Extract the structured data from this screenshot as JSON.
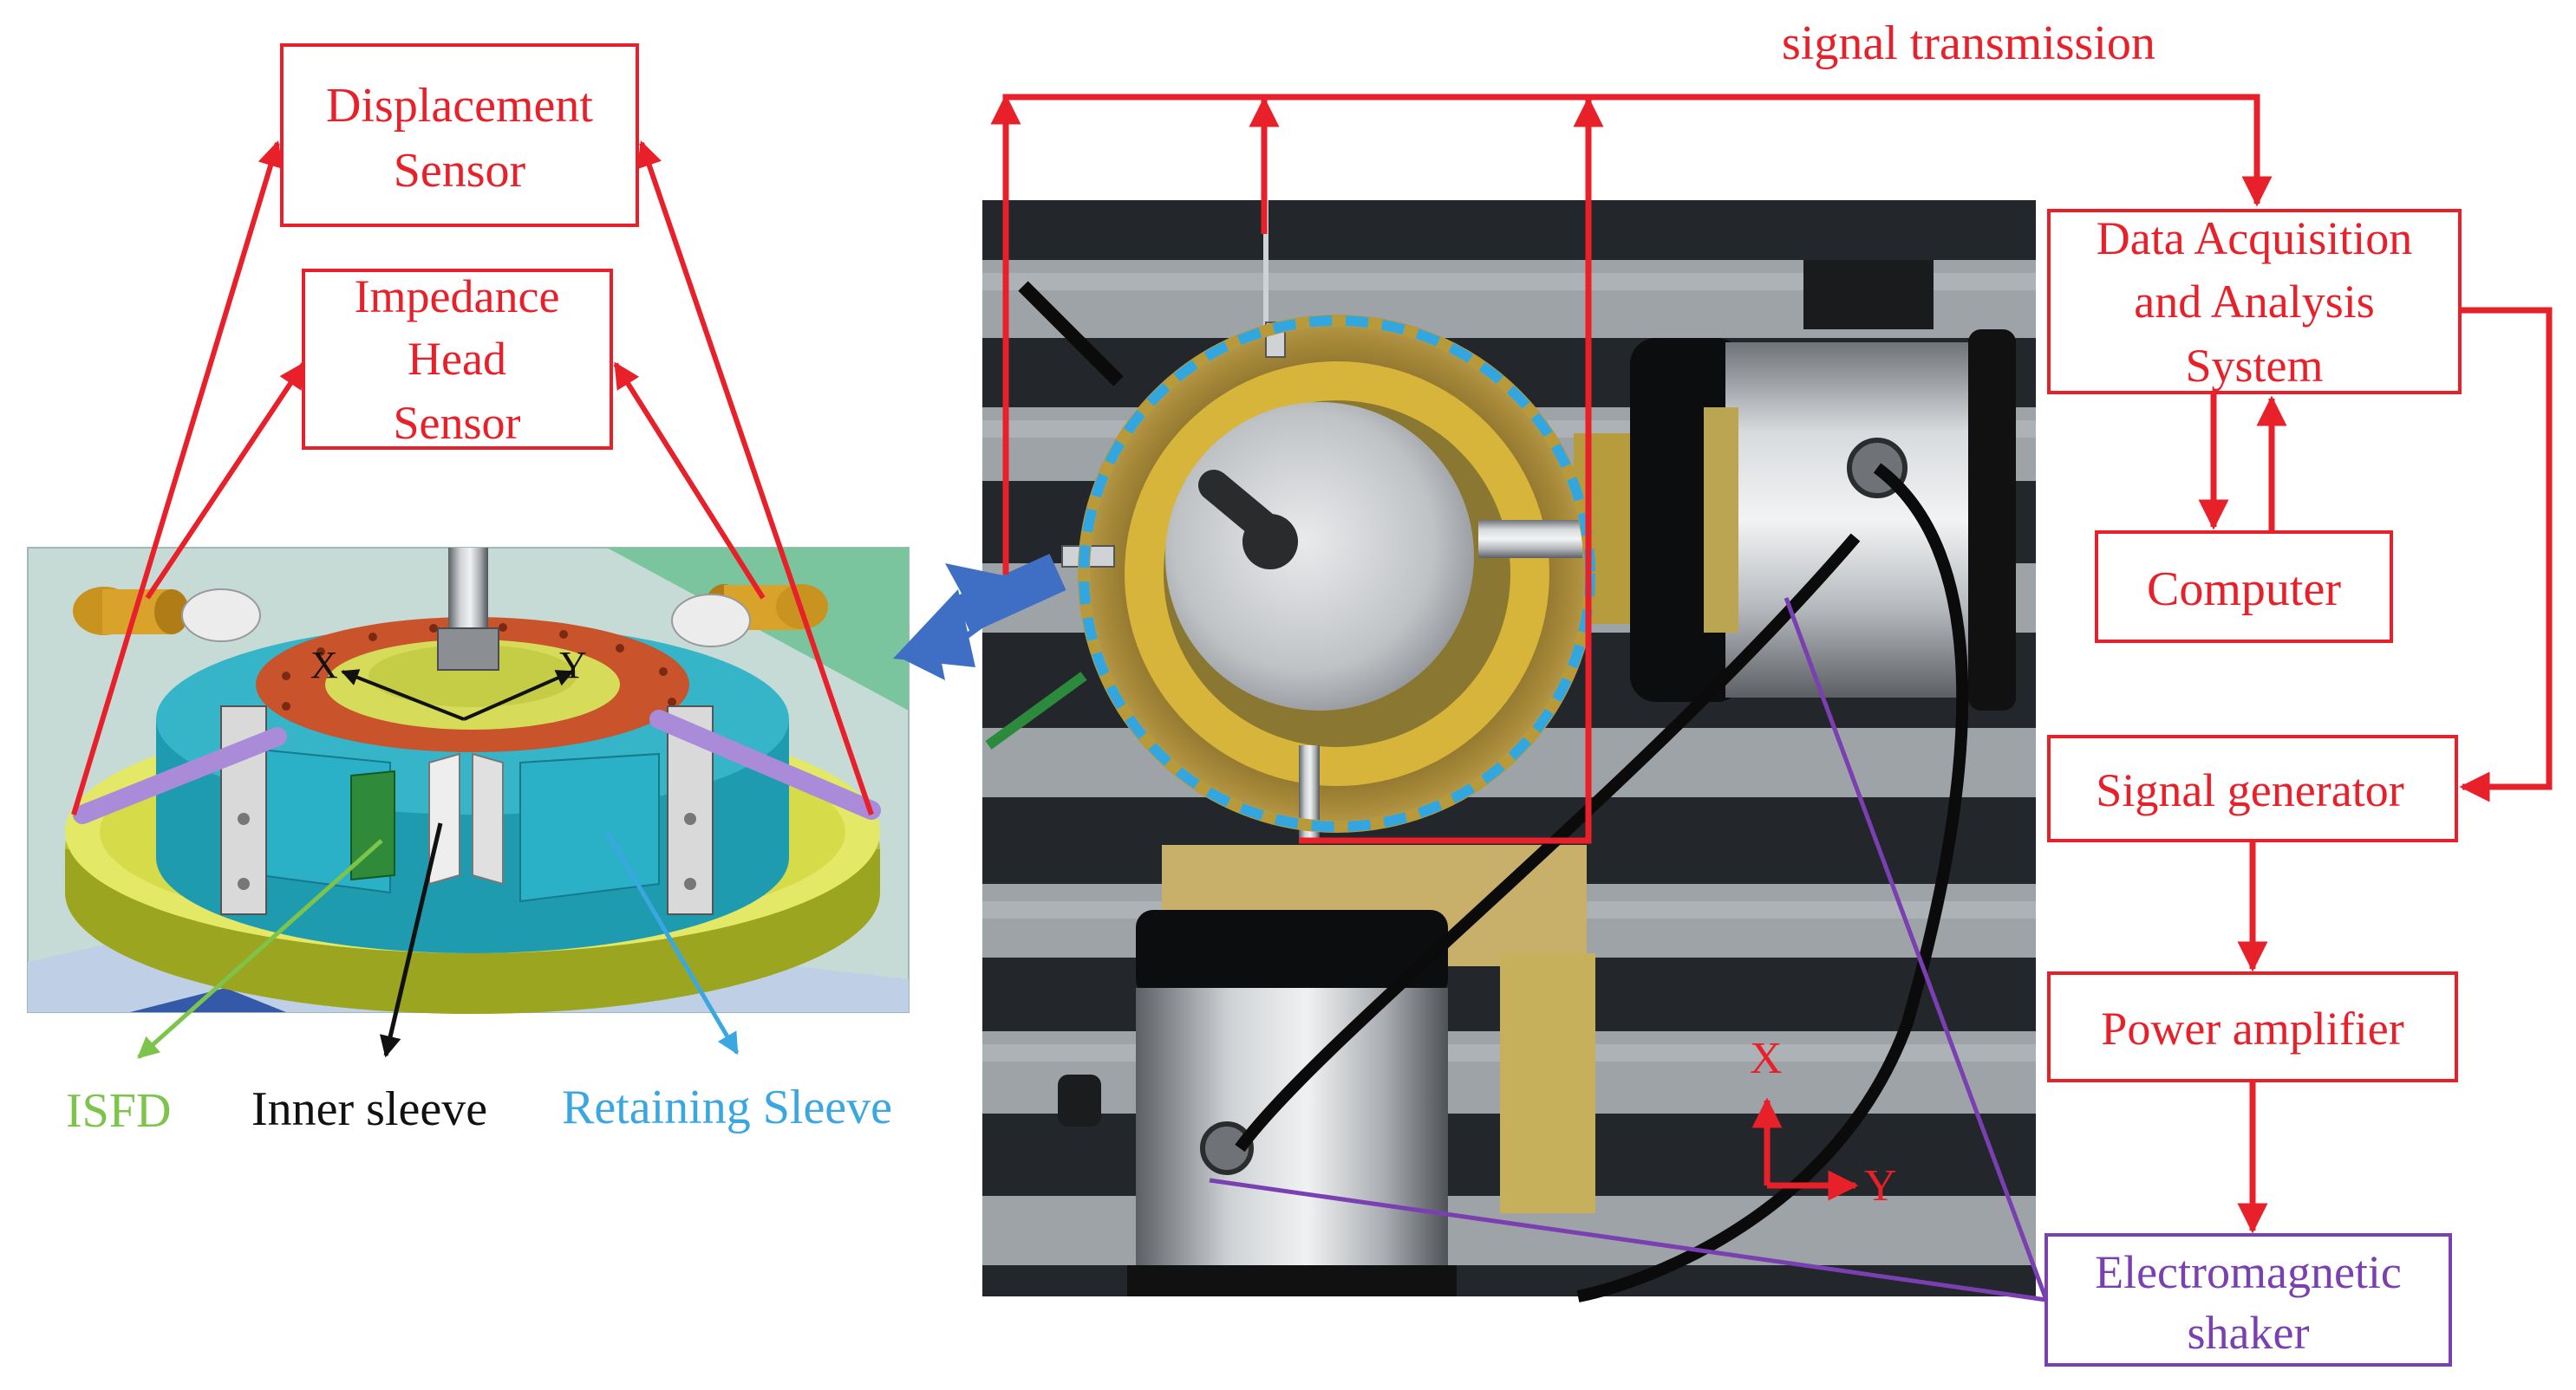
{
  "labels": {
    "signal_transmission": "signal transmission",
    "displacement_sensor": [
      "Displacement",
      "Sensor"
    ],
    "impedance_head_sensor": [
      "Impedance",
      "Head",
      "Sensor"
    ],
    "data_acquisition": [
      "Data Acquisition",
      "and Analysis",
      "System"
    ],
    "computer": "Computer",
    "signal_generator": "Signal generator",
    "power_amplifier": "Power amplifier",
    "electromagnetic_shaker": [
      "Electromagnetic",
      "shaker"
    ],
    "isfd": "ISFD",
    "inner_sleeve": "Inner sleeve",
    "retaining_sleeve": "Retaining Sleeve",
    "axis_x": "X",
    "axis_y": "Y",
    "cad_axis_x": "X",
    "cad_axis_y": "Y"
  },
  "colors": {
    "flow": "#e8202a",
    "shaker": "#7a3fb0",
    "isfd": "#7cc44a",
    "inner": "#111111",
    "retaining": "#3aa7e0",
    "pointer_arrow": "#3f6fc4",
    "cad_teal": "#2fa7b7",
    "cad_yellow": "#d8e04a",
    "cad_ring": "#c9532b"
  }
}
